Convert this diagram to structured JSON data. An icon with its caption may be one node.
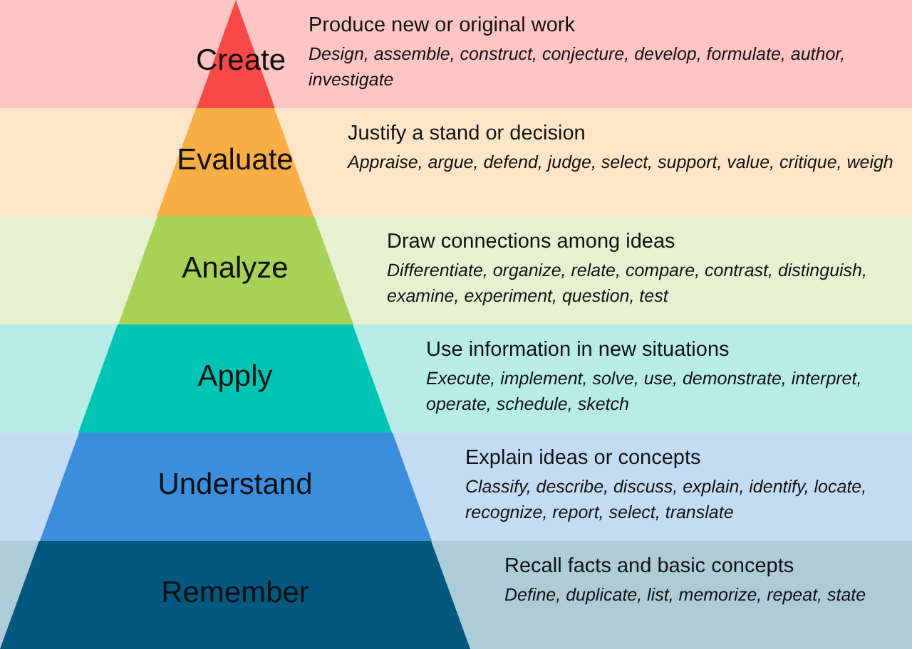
{
  "diagram": {
    "nodes": [
      {
        "text": [
          "Produce new or original work",
          "Design, assemble, construct, conjecture, develop, formulate, author, investigate"
        ]
      },
      {
        "text": [
          "Create"
        ],
        "in": 0
      },
      {
        "text": [
          "Justify a stand or decision",
          "Appraise, argue, defend, judge, select, support, value, critique, weigh"
        ]
      },
      {
        "text": [
          "Evaluate"
        ],
        "in": 2
      },
      {
        "text": [
          "Draw connections among ideas",
          "Differentiate, organize, relate, compare, contrast, distinguish, examine, experiment, question, test"
        ]
      },
      {
        "text": [
          "Analyze"
        ],
        "in": 4
      },
      {
        "text": [
          "Use information in new situations",
          "Execute, implement, solve, use, demonstrate, interpret, operate, schedule, sketch"
        ]
      },
      {
        "text": [
          "Apply"
        ],
        "in": 6
      },
      {
        "text": [
          "Explain ideas or concepts",
          "Classify, describe, discuss, explain, identify, locate, recognize, report, select, translate"
        ]
      },
      {
        "text": [
          "Understand"
        ],
        "in": 8
      },
      {
        "text": [
          "Recall facts and basic concepts",
          "Define, duplicate, list, memorize, repeat, state"
        ]
      },
      {
        "text": [
          "Remember"
        ],
        "in": 10
      }
    ]
  }
}
